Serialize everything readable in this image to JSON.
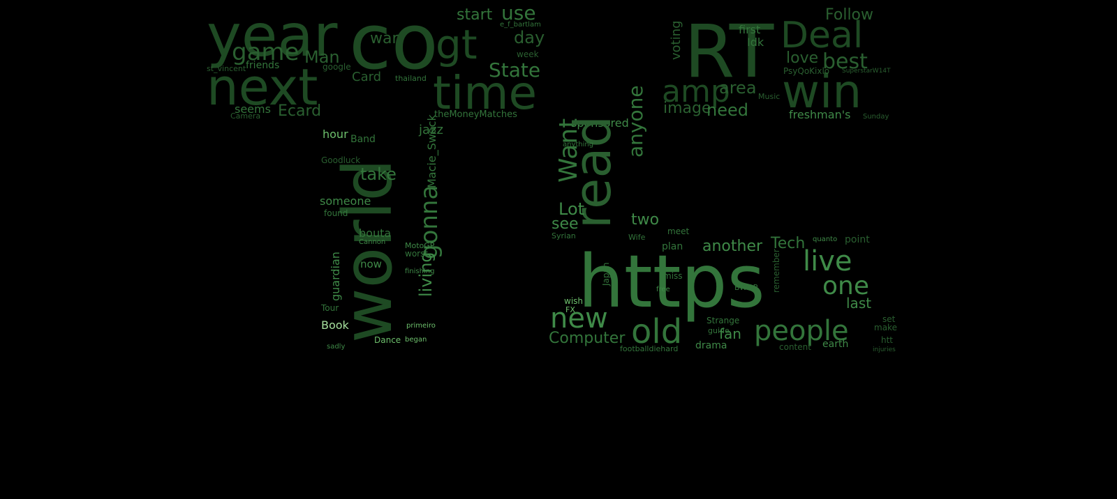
{
  "cloud": {
    "background": "#000000",
    "palette": [
      "#1e4a23",
      "#2a5f30",
      "#33753b",
      "#3f8a48",
      "#6dbf6c",
      "#a6e09d"
    ],
    "words": [
      {
        "text": "year",
        "size": 84,
        "rot": 0,
        "shade": 0
      },
      {
        "text": "co",
        "size": 110,
        "rot": 0,
        "shade": 0
      },
      {
        "text": "game",
        "size": 34,
        "rot": 0,
        "shade": 1
      },
      {
        "text": "next",
        "size": 72,
        "rot": 0,
        "shade": 0
      },
      {
        "text": "Man",
        "size": 24,
        "rot": 0,
        "shade": 1
      },
      {
        "text": "friends",
        "size": 14,
        "rot": 0,
        "shade": 2
      },
      {
        "text": "seems",
        "size": 16,
        "rot": 0,
        "shade": 2
      },
      {
        "text": "Ecard",
        "size": 22,
        "rot": 0,
        "shade": 1
      },
      {
        "text": "st_vincent",
        "size": 11,
        "rot": 0,
        "shade": 1
      },
      {
        "text": "google",
        "size": 12,
        "rot": 0,
        "shade": 1
      },
      {
        "text": "Camera",
        "size": 11,
        "rot": 0,
        "shade": 1
      },
      {
        "text": "war",
        "size": 22,
        "rot": 0,
        "shade": 1
      },
      {
        "text": "gt",
        "size": 58,
        "rot": 0,
        "shade": 0
      },
      {
        "text": "start",
        "size": 22,
        "rot": 0,
        "shade": 2
      },
      {
        "text": "use",
        "size": 28,
        "rot": 0,
        "shade": 2
      },
      {
        "text": "day",
        "size": 24,
        "rot": 0,
        "shade": 1
      },
      {
        "text": "e_f_bartlam",
        "size": 10,
        "rot": 0,
        "shade": 2
      },
      {
        "text": "week",
        "size": 12,
        "rot": 0,
        "shade": 1
      },
      {
        "text": "State",
        "size": 28,
        "rot": 0,
        "shade": 2
      },
      {
        "text": "Card",
        "size": 18,
        "rot": 0,
        "shade": 1
      },
      {
        "text": "thailand",
        "size": 11,
        "rot": 0,
        "shade": 2
      },
      {
        "text": "time",
        "size": 66,
        "rot": 0,
        "shade": 0
      },
      {
        "text": "theMoneyMatches",
        "size": 13,
        "rot": 0,
        "shade": 2
      },
      {
        "text": "world",
        "size": 96,
        "rot": -90,
        "shade": 0
      },
      {
        "text": "gonna",
        "size": 34,
        "rot": -90,
        "shade": 2
      },
      {
        "text": "Macie_Swack",
        "size": 16,
        "rot": -90,
        "shade": 2
      },
      {
        "text": "living",
        "size": 24,
        "rot": -90,
        "shade": 3
      },
      {
        "text": "guardian",
        "size": 16,
        "rot": -90,
        "shade": 3
      },
      {
        "text": "hour",
        "size": 16,
        "rot": 0,
        "shade": 4
      },
      {
        "text": "Band",
        "size": 14,
        "rot": 0,
        "shade": 2
      },
      {
        "text": "jazz",
        "size": 18,
        "rot": 0,
        "shade": 2
      },
      {
        "text": "Goodluck",
        "size": 12,
        "rot": 0,
        "shade": 1
      },
      {
        "text": "take",
        "size": 24,
        "rot": 0,
        "shade": 2
      },
      {
        "text": "someone",
        "size": 16,
        "rot": 0,
        "shade": 3
      },
      {
        "text": "found",
        "size": 12,
        "rot": 0,
        "shade": 2
      },
      {
        "text": "bouta",
        "size": 16,
        "rot": 0,
        "shade": 2
      },
      {
        "text": "Cannon",
        "size": 10,
        "rot": 0,
        "shade": 3
      },
      {
        "text": "MotoGP",
        "size": 11,
        "rot": 0,
        "shade": 3
      },
      {
        "text": "worst",
        "size": 12,
        "rot": 0,
        "shade": 2
      },
      {
        "text": "now",
        "size": 15,
        "rot": 0,
        "shade": 3
      },
      {
        "text": "finishing",
        "size": 10,
        "rot": 0,
        "shade": 3
      },
      {
        "text": "Tour",
        "size": 12,
        "rot": 0,
        "shade": 2
      },
      {
        "text": "Book",
        "size": 16,
        "rot": 0,
        "shade": 5
      },
      {
        "text": "primeiro",
        "size": 10,
        "rot": 0,
        "shade": 4
      },
      {
        "text": "Dance",
        "size": 12,
        "rot": 0,
        "shade": 4
      },
      {
        "text": "began",
        "size": 10,
        "rot": 0,
        "shade": 4
      },
      {
        "text": "sadly",
        "size": 10,
        "rot": 0,
        "shade": 3
      },
      {
        "text": "RT",
        "size": 104,
        "rot": 0,
        "shade": 0
      },
      {
        "text": "Deal",
        "size": 52,
        "rot": 0,
        "shade": 0
      },
      {
        "text": "Follow",
        "size": 22,
        "rot": 0,
        "shade": 1
      },
      {
        "text": "voting",
        "size": 18,
        "rot": -90,
        "shade": 1
      },
      {
        "text": "first",
        "size": 16,
        "rot": 0,
        "shade": 2
      },
      {
        "text": "Idk",
        "size": 16,
        "rot": 0,
        "shade": 2
      },
      {
        "text": "love",
        "size": 22,
        "rot": 0,
        "shade": 1
      },
      {
        "text": "best",
        "size": 30,
        "rot": 0,
        "shade": 1
      },
      {
        "text": "amp",
        "size": 44,
        "rot": 0,
        "shade": 0
      },
      {
        "text": "area",
        "size": 24,
        "rot": 0,
        "shade": 1
      },
      {
        "text": "win",
        "size": 66,
        "rot": 0,
        "shade": 0
      },
      {
        "text": "image",
        "size": 22,
        "rot": 0,
        "shade": 1
      },
      {
        "text": "need",
        "size": 24,
        "rot": 0,
        "shade": 2
      },
      {
        "text": "freshman's",
        "size": 16,
        "rot": 0,
        "shade": 3
      },
      {
        "text": "Sunday",
        "size": 10,
        "rot": 0,
        "shade": 1
      },
      {
        "text": "SuperstarW14T",
        "size": 9,
        "rot": 0,
        "shade": 1
      },
      {
        "text": "PsyQoKixlo",
        "size": 12,
        "rot": 0,
        "shade": 1
      },
      {
        "text": "Music",
        "size": 11,
        "rot": 0,
        "shade": 1
      },
      {
        "text": "sponsored",
        "size": 16,
        "rot": 0,
        "shade": 3
      },
      {
        "text": "Want",
        "size": 36,
        "rot": -90,
        "shade": 2
      },
      {
        "text": "read",
        "size": 72,
        "rot": -90,
        "shade": 1
      },
      {
        "text": "anyone",
        "size": 28,
        "rot": -90,
        "shade": 2
      },
      {
        "text": "anything",
        "size": 10,
        "rot": 0,
        "shade": 2
      },
      {
        "text": "Lot",
        "size": 24,
        "rot": 0,
        "shade": 3
      },
      {
        "text": "see",
        "size": 22,
        "rot": 0,
        "shade": 3
      },
      {
        "text": "two",
        "size": 22,
        "rot": 0,
        "shade": 3
      },
      {
        "text": "meet",
        "size": 12,
        "rot": 0,
        "shade": 2
      },
      {
        "text": "Wife",
        "size": 11,
        "rot": 0,
        "shade": 2
      },
      {
        "text": "https",
        "size": 104,
        "rot": 0,
        "shade": 2
      },
      {
        "text": "new",
        "size": 40,
        "rot": 0,
        "shade": 3
      },
      {
        "text": "Computer",
        "size": 22,
        "rot": 0,
        "shade": 2
      },
      {
        "text": "old",
        "size": 48,
        "rot": 0,
        "shade": 2
      },
      {
        "text": "another",
        "size": 22,
        "rot": 0,
        "shade": 3
      },
      {
        "text": "Tech",
        "size": 22,
        "rot": 0,
        "shade": 2
      },
      {
        "text": "live",
        "size": 40,
        "rot": 0,
        "shade": 3
      },
      {
        "text": "point",
        "size": 14,
        "rot": 0,
        "shade": 1
      },
      {
        "text": "quanto",
        "size": 10,
        "rot": 0,
        "shade": 3
      },
      {
        "text": "one",
        "size": 36,
        "rot": 0,
        "shade": 3
      },
      {
        "text": "last",
        "size": 20,
        "rot": 0,
        "shade": 3
      },
      {
        "text": "people",
        "size": 40,
        "rot": 0,
        "shade": 2
      },
      {
        "text": "fan",
        "size": 20,
        "rot": 0,
        "shade": 3
      },
      {
        "text": "drama",
        "size": 14,
        "rot": 0,
        "shade": 3
      },
      {
        "text": "content",
        "size": 12,
        "rot": 0,
        "shade": 1
      },
      {
        "text": "earth",
        "size": 14,
        "rot": 0,
        "shade": 3
      },
      {
        "text": "injuries",
        "size": 9,
        "rot": 0,
        "shade": 1
      },
      {
        "text": "make",
        "size": 12,
        "rot": 0,
        "shade": 1
      },
      {
        "text": "guide",
        "size": 11,
        "rot": 0,
        "shade": 2
      },
      {
        "text": "Strange",
        "size": 12,
        "rot": 0,
        "shade": 2
      },
      {
        "text": "plan",
        "size": 14,
        "rot": 0,
        "shade": 2
      },
      {
        "text": "miss",
        "size": 12,
        "rot": 0,
        "shade": 2
      },
      {
        "text": "free",
        "size": 10,
        "rot": 0,
        "shade": 3
      },
      {
        "text": "wish",
        "size": 12,
        "rot": 0,
        "shade": 4
      },
      {
        "text": "FX",
        "size": 11,
        "rot": 0,
        "shade": 4
      },
      {
        "text": "Japan",
        "size": 12,
        "rot": -90,
        "shade": 2
      },
      {
        "text": "Syrian",
        "size": 11,
        "rot": 0,
        "shade": 2
      },
      {
        "text": "footballdiehard",
        "size": 11,
        "rot": 0,
        "shade": 2
      },
      {
        "text": "remember",
        "size": 12,
        "rot": -90,
        "shade": 1
      },
      {
        "text": "BWOP",
        "size": 11,
        "rot": 0,
        "shade": 2
      },
      {
        "text": "set",
        "size": 12,
        "rot": 0,
        "shade": 1
      },
      {
        "text": "htt",
        "size": 12,
        "rot": 0,
        "shade": 1
      }
    ]
  }
}
